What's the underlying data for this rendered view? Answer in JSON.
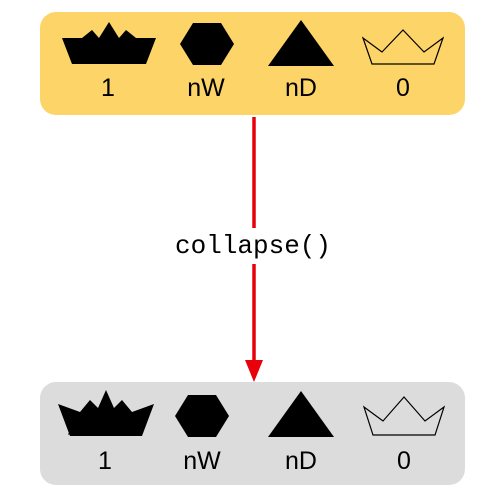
{
  "colors": {
    "top_panel": "#fdd468",
    "bottom_panel": "#dcdcdc",
    "arrow": "#e8000b",
    "ink": "#000000"
  },
  "operation": {
    "label": "collapse()"
  },
  "top_panel": {
    "items": [
      {
        "icon": "crown-filled-icon",
        "label": "1"
      },
      {
        "icon": "hexagon-icon",
        "label": "nW"
      },
      {
        "icon": "triangle-icon",
        "label": "nD"
      },
      {
        "icon": "crown-outline-icon",
        "label": "0"
      }
    ]
  },
  "bottom_panel": {
    "items": [
      {
        "icon": "crown-filled-icon",
        "label": "1"
      },
      {
        "icon": "hexagon-icon",
        "label": "nW"
      },
      {
        "icon": "triangle-icon",
        "label": "nD"
      },
      {
        "icon": "crown-outline-icon",
        "label": "0"
      }
    ]
  }
}
